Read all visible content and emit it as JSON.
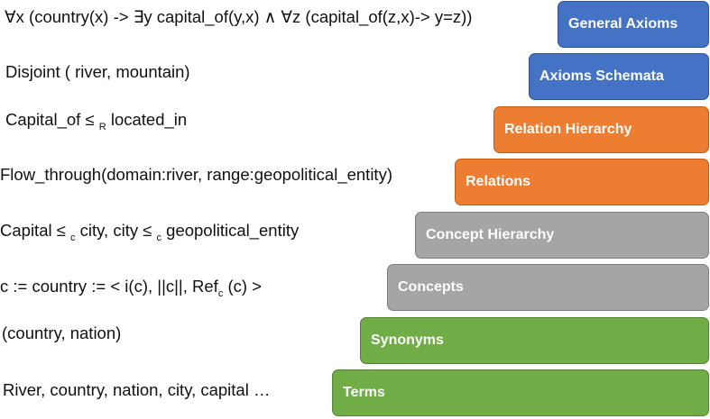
{
  "layers": [
    {
      "label": "General Axioms",
      "color": "#4472c4",
      "border": "#2f5597"
    },
    {
      "label": "Axioms Schemata",
      "color": "#4472c4",
      "border": "#2f5597"
    },
    {
      "label": "Relation Hierarchy",
      "color": "#ed7d31",
      "border": "#c55a11"
    },
    {
      "label": "Relations",
      "color": "#ed7d31",
      "border": "#c55a11"
    },
    {
      "label": "Concept Hierarchy",
      "color": "#a5a5a5",
      "border": "#7f7f7f"
    },
    {
      "label": "Concepts",
      "color": "#a5a5a5",
      "border": "#7f7f7f"
    },
    {
      "label": "Synonyms",
      "color": "#70ad47",
      "border": "#548235"
    },
    {
      "label": "Terms",
      "color": "#70ad47",
      "border": "#548235"
    }
  ],
  "formulas": {
    "general_axioms": "∀x (country(x) -> ∃y capital_of(y,x) ∧ ∀z (capital_of(z,x)-> y=z))",
    "axioms_schemata": "Disjoint ( river, mountain)",
    "relation_hierarchy": {
      "pre": "Capital_of ≤ ",
      "sub": "R",
      "post": " located_in"
    },
    "relations": "Flow_through(domain:river, range:geopolitical_entity)",
    "concept_hierarchy": {
      "part1": "Capital ≤ ",
      "sub1": "c",
      "part2": " city, city ≤ ",
      "sub2": "c",
      "part3": " geopolitical_entity"
    },
    "concepts": {
      "pre": "c := country := < i(c), ||c||, Ref",
      "sub": "c",
      "post": " (c) >"
    },
    "synonyms": "(country, nation)",
    "terms": "River, country, nation, city, capital …"
  }
}
